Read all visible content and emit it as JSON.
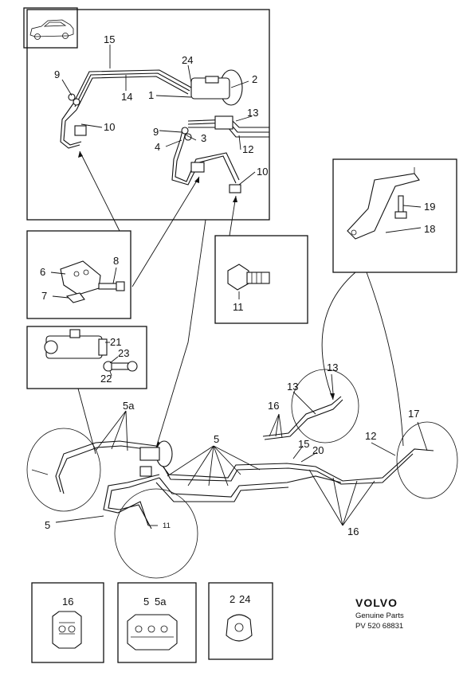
{
  "labels": {
    "inset_main": {
      "l15": "15",
      "l24": "24",
      "l2": "2",
      "l9a": "9",
      "l14": "14",
      "l1": "1",
      "l13": "13",
      "l10a": "10",
      "l9b": "9",
      "l3": "3",
      "l4": "4",
      "l12": "12",
      "l10b": "10"
    },
    "inset_bracket": {
      "l19": "19",
      "l18": "18"
    },
    "inset_clamp": {
      "l6": "6",
      "l8": "8",
      "l7": "7"
    },
    "inset_bolt": {
      "l11": "11"
    },
    "inset_valve": {
      "l21": "21",
      "l23": "23",
      "l22": "22"
    },
    "main_diagram": {
      "l5a": "5a",
      "l13a": "13",
      "l13b": "13",
      "l16a": "16",
      "l17": "17",
      "l5a_left": "5",
      "l5_mid": "5",
      "l15": "15",
      "l20": "20",
      "l12": "12",
      "l11": "11",
      "l16b": "16"
    },
    "clips": {
      "c16": "16",
      "c5": "5",
      "c5a": "5a",
      "c2": "2",
      "c24": "24"
    }
  },
  "footer": {
    "brand": "VOLVO",
    "subtitle": "Genuine Parts",
    "part_number": "PV 520 68831"
  },
  "colors": {
    "ink": "#111111",
    "paper": "#ffffff"
  }
}
